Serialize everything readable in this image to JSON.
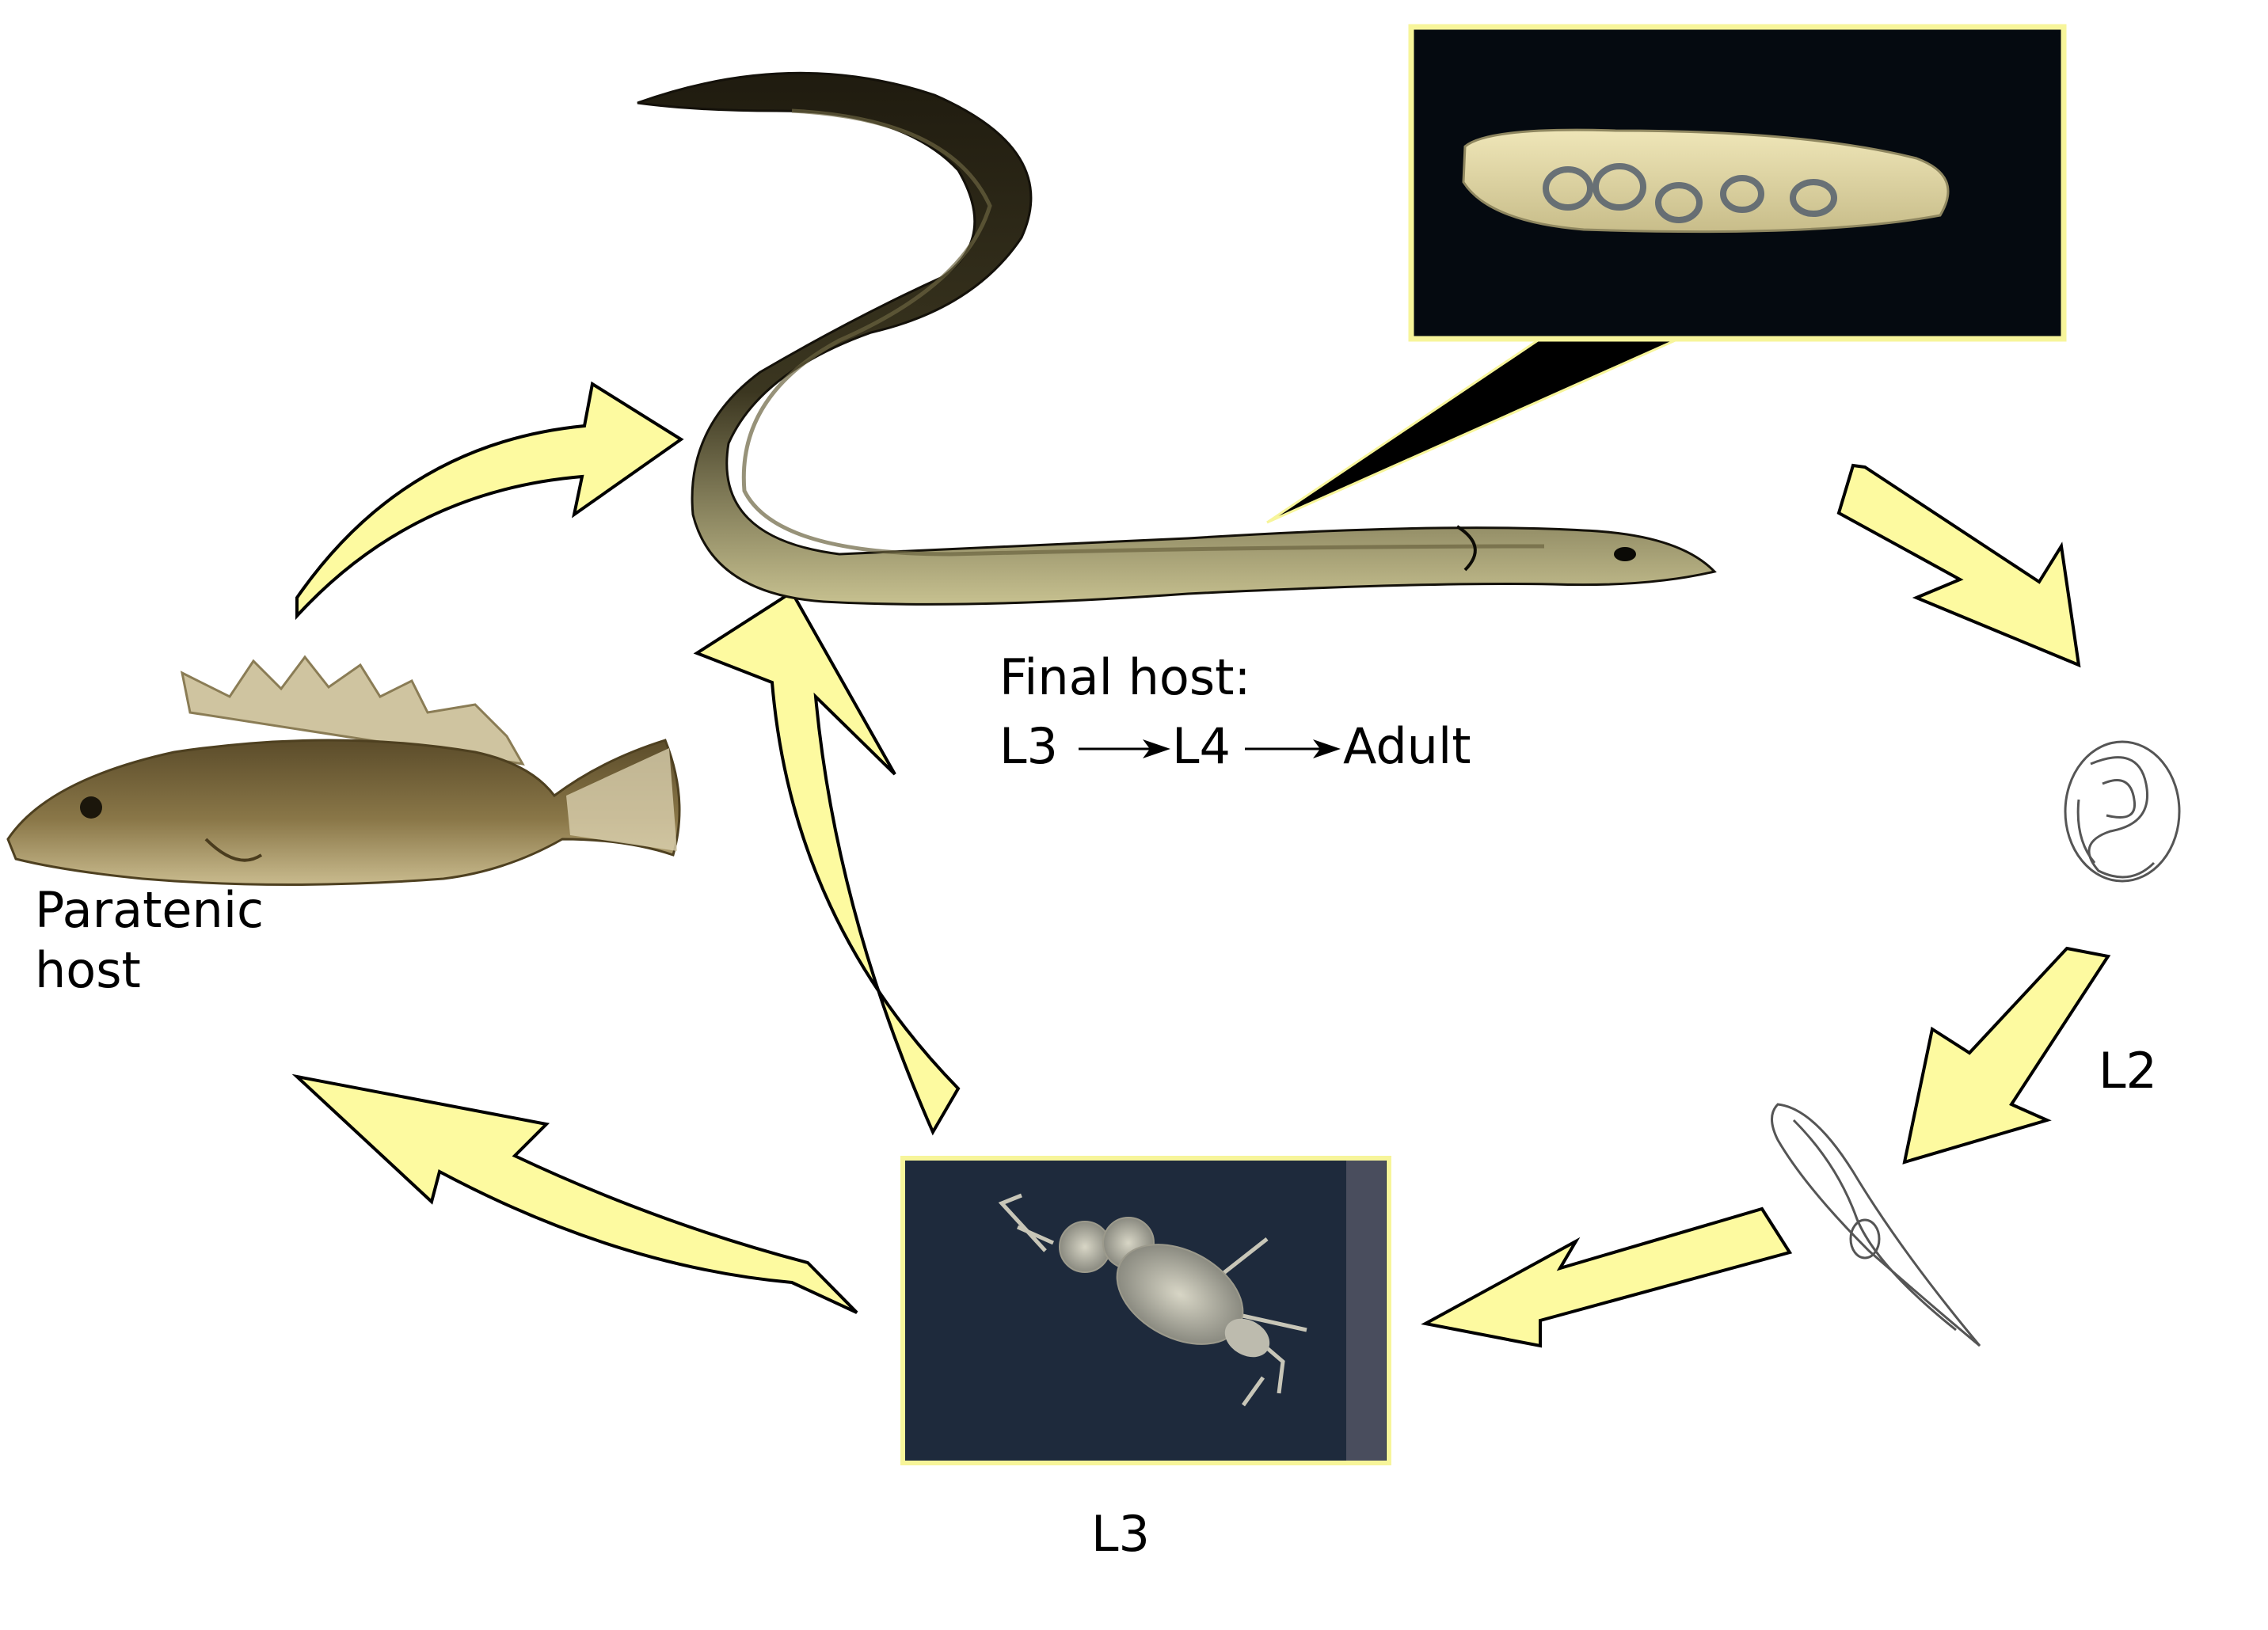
{
  "final_host": {
    "title": "Final host:",
    "stages": [
      "L3",
      "L4",
      "Adult"
    ]
  },
  "paratenic_host": {
    "line1": "Paratenic",
    "line2": "host"
  },
  "stage_labels": {
    "l2": "L2",
    "l3": "L3"
  },
  "colors": {
    "arrow_fill": "#fdfaa0",
    "arrow_stroke": "#000000",
    "frame_border": "#f7f59a",
    "inset_background": "#050a10",
    "copepod_background": "#1e2a3c",
    "eel_body": "#2b2616",
    "eel_belly": "#c9c48a",
    "fish_body": "#7d6b42"
  },
  "icons": [
    "eel",
    "fish",
    "egg",
    "l2-larva",
    "copepod",
    "swimbladder-inset",
    "arrow"
  ]
}
